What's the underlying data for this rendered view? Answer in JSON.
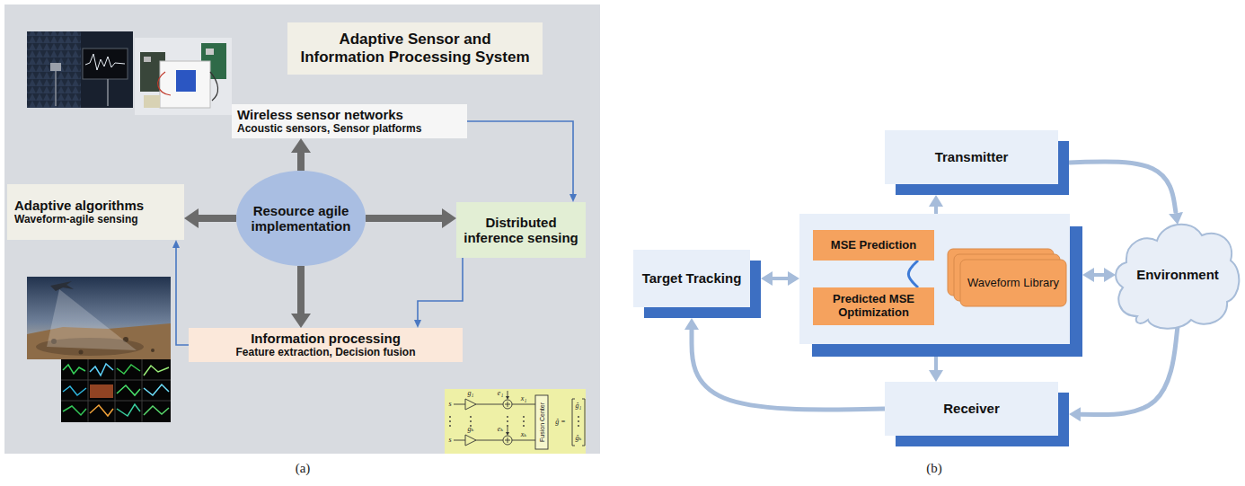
{
  "diagram": {
    "nodes": [
      {
        "text": [
          "Adaptive Sensor and Information Processing System"
        ]
      },
      {
        "text": [
          "Wireless sensor networks",
          "Acoustic sensors, Sensor platforms"
        ]
      },
      {
        "text": [
          "Adaptive algorithms",
          "Waveform-agile sensing"
        ]
      },
      {
        "text": [
          "Resource agile implementation"
        ]
      },
      {
        "text": [
          "Distributed inference sensing"
        ]
      },
      {
        "text": [
          "Information processing",
          "Feature extraction, Decision fusion"
        ]
      },
      {
        "text": [
          "Transmitter"
        ]
      },
      {
        "text": [
          "Target Tracking"
        ]
      },
      {
        "text": []
      },
      {
        "text": [
          "MSE Prediction"
        ],
        "in": 8
      },
      {
        "text": [
          "Predicted MSE Optimization"
        ],
        "in": 8
      },
      {
        "text": [
          "Waveform Library"
        ],
        "in": 8
      },
      {
        "text": [
          "Environment"
        ]
      },
      {
        "text": [
          "Receiver"
        ]
      }
    ],
    "edges": [
      {
        "from": 3,
        "to": 1,
        "arrow": "to"
      },
      {
        "from": 3,
        "to": 2,
        "arrow": "to"
      },
      {
        "from": 3,
        "to": 4,
        "arrow": "to"
      },
      {
        "from": 3,
        "to": 5,
        "arrow": "to"
      },
      {
        "from": 1,
        "to": 4,
        "arrow": "to"
      },
      {
        "from": 4,
        "to": 5,
        "arrow": "to"
      },
      {
        "from": 5,
        "to": 2,
        "arrow": "to"
      },
      {
        "from": 7,
        "to": 8,
        "arrow": "both"
      },
      {
        "from": 8,
        "to": 6,
        "arrow": "to"
      },
      {
        "from": 8,
        "to": 13,
        "arrow": "to"
      },
      {
        "from": 8,
        "to": 12,
        "arrow": "both"
      },
      {
        "from": 6,
        "to": 12,
        "arrow": "to"
      },
      {
        "from": 12,
        "to": 13,
        "arrow": "to"
      },
      {
        "from": 13,
        "to": 7,
        "arrow": "to"
      },
      {
        "from": 9,
        "to": 10,
        "arrow": "none"
      }
    ],
    "labels": [
      "s",
      "g₁",
      "e₁",
      "x₁",
      "s",
      "gₖ",
      "eₖ",
      "xₖ",
      "Fusion Center",
      "ĝ =",
      "ĝ₁",
      "ĝₖ",
      "(a)",
      "(b)"
    ]
  }
}
